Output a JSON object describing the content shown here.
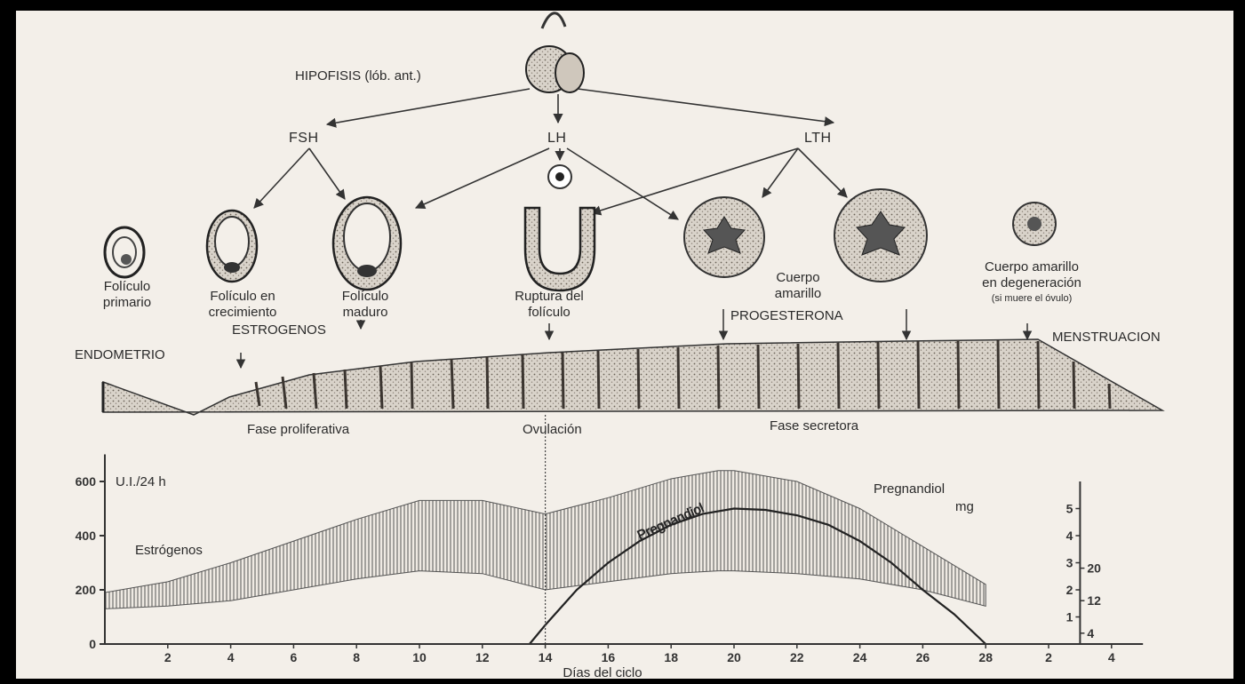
{
  "hypophysis": {
    "label": "HIPOFISIS (lób. ant.)"
  },
  "hormones": [
    "FSH",
    "LH",
    "LTH"
  ],
  "stages": [
    {
      "line1": "Folículo",
      "line2": "primario"
    },
    {
      "line1": "Folículo en",
      "line2": "crecimiento"
    },
    {
      "line1": "Folículo",
      "line2": "maduro"
    },
    {
      "line1": "Ruptura del",
      "line2": "folículo"
    },
    {
      "line1": "Cuerpo",
      "line2": "amarillo"
    },
    {
      "line1": "Cuerpo amarillo",
      "line2": "en degeneración",
      "line3": "(si muere el óvulo)"
    }
  ],
  "hormone_labels": {
    "estrogens": "ESTROGENOS",
    "progesterone": "PROGESTERONA",
    "endometrium": "ENDOMETRIO",
    "menstruation": "MENSTRUACION"
  },
  "phases": {
    "proliferative": "Fase proliferativa",
    "ovulation": "Ovulación",
    "secretory": "Fase secretora"
  },
  "chart_data": {
    "type": "area",
    "xlabel": "Días del ciclo",
    "x_ticks": [
      "2",
      "4",
      "6",
      "8",
      "10",
      "12",
      "14",
      "16",
      "18",
      "20",
      "22",
      "24",
      "26",
      "28",
      "2",
      "4"
    ],
    "left_axis": {
      "unit": "U.I./24 h",
      "ticks": [
        0,
        200,
        400,
        600
      ],
      "ylim": [
        0,
        700
      ]
    },
    "right_axis": {
      "title_line1": "Pregnandiol",
      "title_line2": "mg",
      "ticks_outer": [
        "1",
        "2",
        "3",
        "4",
        "5"
      ],
      "ticks_inner": [
        "4",
        "12",
        "20"
      ]
    },
    "ovulation_day": 14,
    "series": [
      {
        "name": "Estrógenos",
        "x": [
          0,
          2,
          4,
          6,
          8,
          10,
          12,
          14,
          16,
          18,
          19.5,
          20,
          22,
          24,
          26,
          28
        ],
        "upper": [
          190,
          230,
          300,
          380,
          460,
          530,
          530,
          480,
          540,
          610,
          640,
          640,
          600,
          500,
          360,
          220
        ],
        "lower": [
          130,
          140,
          160,
          200,
          240,
          270,
          260,
          200,
          230,
          260,
          270,
          270,
          260,
          240,
          200,
          140
        ]
      },
      {
        "name": "Pregnandiol",
        "x": [
          13.5,
          14,
          15,
          16,
          17,
          18,
          19,
          20,
          21,
          22,
          23,
          24,
          25,
          26,
          27,
          28
        ],
        "y": [
          0,
          70,
          200,
          300,
          380,
          440,
          480,
          500,
          495,
          475,
          440,
          380,
          300,
          200,
          110,
          0
        ]
      }
    ]
  }
}
